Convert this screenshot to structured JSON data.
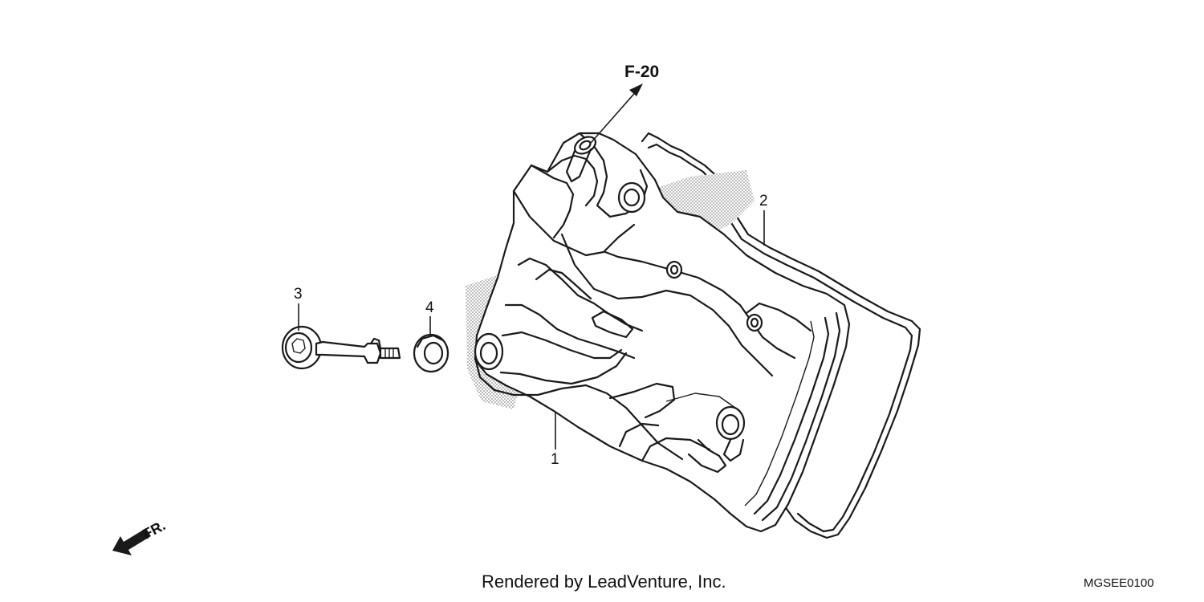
{
  "diagram": {
    "reference": "F-20",
    "callouts": [
      {
        "id": "1",
        "label": "1"
      },
      {
        "id": "2",
        "label": "2"
      },
      {
        "id": "3",
        "label": "3"
      },
      {
        "id": "4",
        "label": "4"
      }
    ],
    "direction_label": "FR.",
    "footer": "Rendered by LeadVenture, Inc.",
    "diagram_code": "MGSEE0100"
  },
  "colors": {
    "line": "#1a1a1a",
    "shade": "#9a9a9a",
    "background": "#ffffff"
  },
  "icons": {
    "direction": "front-arrow-icon"
  }
}
